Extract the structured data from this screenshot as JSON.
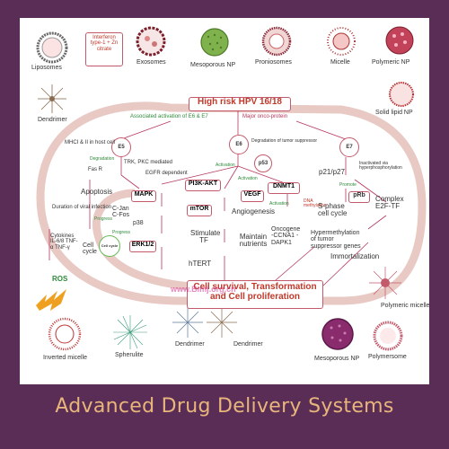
{
  "footer_title": "Advanced Drug Delivery Systems",
  "carriers": {
    "liposomes": "Liposomes",
    "exosomes": "Exosomes",
    "mesoporous_np_top": "Mesoporous NP",
    "proniosomes": "Proniosomes",
    "micelle": "Micelle",
    "polymeric_np": "Polymeric NP",
    "solid_lipid_np": "Solid lipid NP",
    "dendrimer_left": "Dendrimer",
    "polymeric_micelle": "Polymeric micelle",
    "polymersome": "Polymersome",
    "mesoporous_np_bottom": "Mesoporous NP",
    "dendrimer_bottom_a": "Dendrimer",
    "dendrimer_bottom_b": "Dendrimer",
    "spherulite": "Spherulite",
    "inverted_micelle": "Inverted micelle"
  },
  "interferon": "Interferon type-1 + Zn citrate",
  "high_risk": "High risk HPV 16/18",
  "assoc": "Associated activation of E6 & E7",
  "major_onco": "Major onco-protein",
  "proteins": {
    "e5": "E5",
    "e6": "E6",
    "e7": "E7",
    "p53": "p53",
    "prb": "pRb"
  },
  "e5_branch": {
    "mhc": "MHCI & II in host cell",
    "degradation": "Degradation",
    "fasr": "Fas R",
    "trk": "TRK, PKC mediated",
    "egfr": "EGFR dependent",
    "mapk": "MAPK",
    "apoptosis": "Apoptosis",
    "duration": "Duration of viral infection",
    "cytokines": "Cytokines IL-6/8 TNF-α TNF-γ",
    "ros": "ROS",
    "cjun": "C-Jan C-Fos",
    "progress1": "Progress",
    "progress2": "Progress",
    "p38": "p38",
    "erk": "ERK1/2",
    "cellcycle": "Cell cycle",
    "cycle_center": "Cell cycle"
  },
  "e6_branch": {
    "deg_tumor": "Degradation of tumor suppressor",
    "activation1": "Activation",
    "activation2": "Activation",
    "pi3k": "PI3K-AKT",
    "vegf": "VEGF",
    "dnmt1": "DNMT1",
    "mtor": "mTOR",
    "angio": "Angiogenesis",
    "stimulate": "Stimulate TF",
    "maintain": "Maintain nutrients",
    "htert": "hTERT",
    "dna_meth": "DNA methylation",
    "activation3": "Activation",
    "oncogene": "Oncogene -CCNA1 -DAPK1",
    "hyper": "Hypermethylation of tumor suppressor genes"
  },
  "e7_branch": {
    "inact": "Inactivated via hyperphosphorylation",
    "p21": "p21/p27",
    "promote": "Promote",
    "sphase": "S-phase cell cycle",
    "complex": "Complex E2F-TF",
    "immort": "Immortalization"
  },
  "outcome": "Cell survival, Transformation and Cell proliferation",
  "watermark": "www.Bimj.org.cn"
}
